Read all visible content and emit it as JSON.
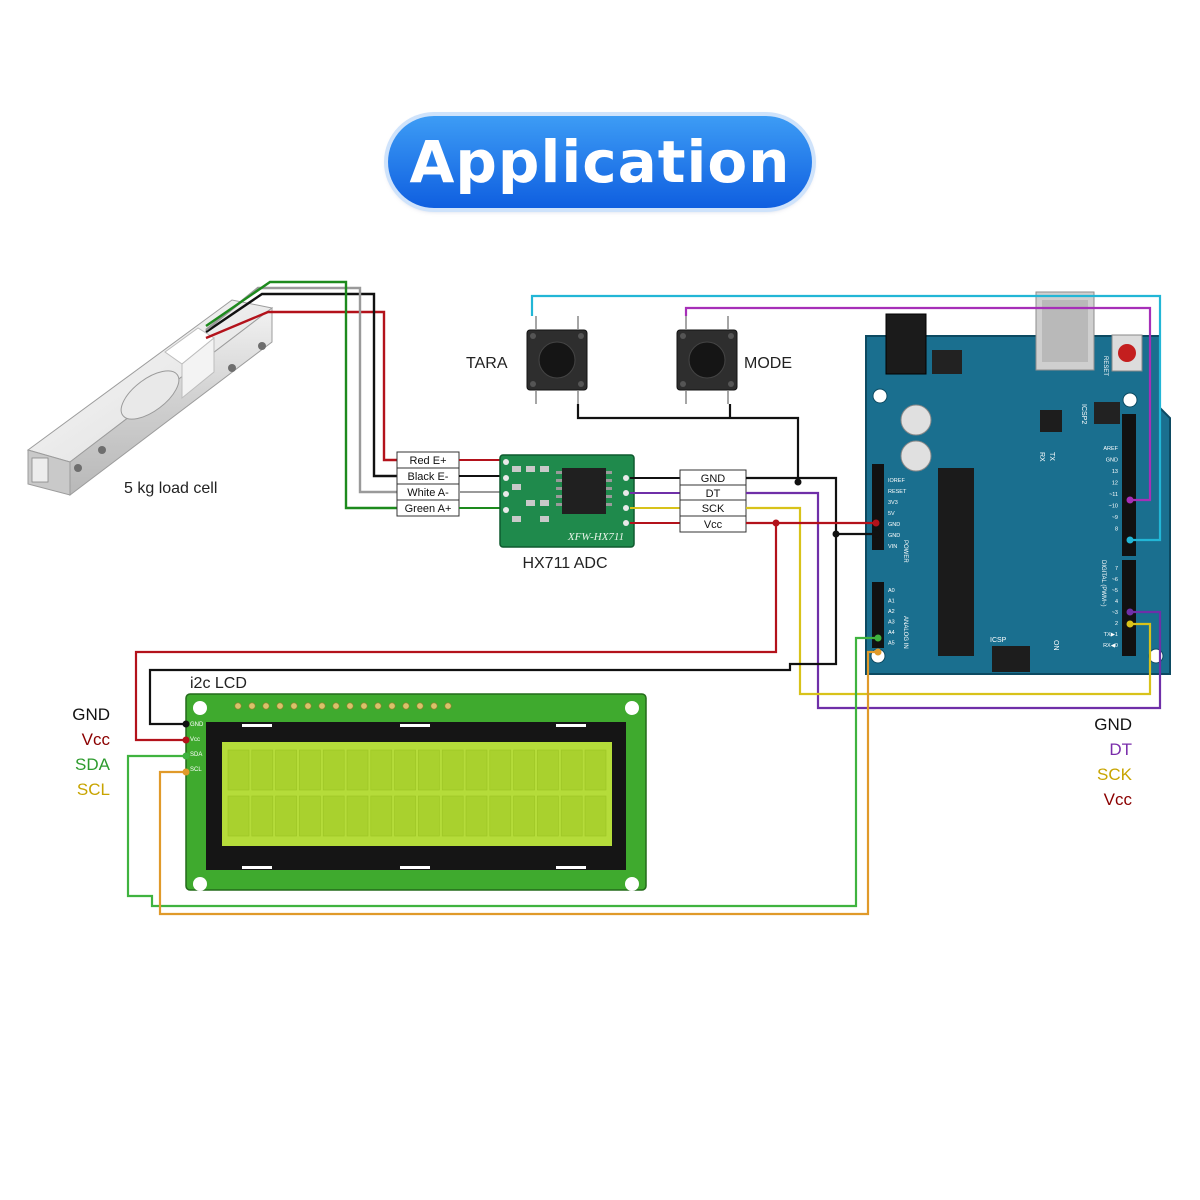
{
  "title": "Application",
  "load_cell": {
    "label": "5 kg load cell"
  },
  "hx711": {
    "label": "HX711 ADC",
    "chip_text": "XFW-HX711",
    "input_pins": [
      "Red E+",
      "Black E-",
      "White A-",
      "Green A+"
    ],
    "output_pins": [
      "GND",
      "DT",
      "SCK",
      "Vcc"
    ]
  },
  "buttons": {
    "tara": "TARA",
    "mode": "MODE"
  },
  "lcd": {
    "label": "i2c LCD",
    "pins": [
      "GND",
      "Vcc",
      "SDA",
      "SCL"
    ]
  },
  "lcd_legend": [
    {
      "text": "GND",
      "color": "#111111"
    },
    {
      "text": "Vcc",
      "color": "#8b0000"
    },
    {
      "text": "SDA",
      "color": "#2e9b2e"
    },
    {
      "text": "SCL",
      "color": "#c8a400"
    }
  ],
  "arduino_legend": [
    {
      "text": "GND",
      "color": "#111111"
    },
    {
      "text": "DT",
      "color": "#7a2dab"
    },
    {
      "text": "SCK",
      "color": "#c8a400"
    },
    {
      "text": "Vcc",
      "color": "#8b0000"
    }
  ],
  "arduino": {
    "reset_label": "RESET",
    "icsp_label": "ICSP",
    "icsp2_label": "ICSP2",
    "tx_label": "TX",
    "rx_label": "RX",
    "on_label": "ON",
    "power_header": "POWER",
    "analog_header": "ANALOG IN",
    "digital_header": "DIGITAL (PWM~)",
    "power_pins": [
      "IOREF",
      "RESET",
      "3V3",
      "5V",
      "GND",
      "GND",
      "VIN"
    ],
    "analog_pins": [
      "A0",
      "A1",
      "A2",
      "A3",
      "A4",
      "A5"
    ],
    "digital_top": [
      "AREF",
      "GND",
      "13",
      "12",
      "~11",
      "~10",
      "~9",
      "8"
    ],
    "digital_bottom": [
      "7",
      "~6",
      "~5",
      "4",
      "~3",
      "2",
      "TX▶1",
      "RX◀0"
    ]
  },
  "wire_colors": {
    "red": "#b3121b",
    "black": "#111111",
    "white": "#9a9a9a",
    "green": "#1d8a1d",
    "cyan": "#22b6d6",
    "magenta": "#a62fb8",
    "purple": "#6f2fa8",
    "yellow": "#d8c21a",
    "lime": "#3fb33f",
    "orange": "#e09a2a"
  },
  "board_colors": {
    "arduino": "#1a6f8f",
    "hx711": "#1f8a4c",
    "lcd_pcb": "#3faa2e",
    "lcd_screen": "#b5dc3a"
  }
}
